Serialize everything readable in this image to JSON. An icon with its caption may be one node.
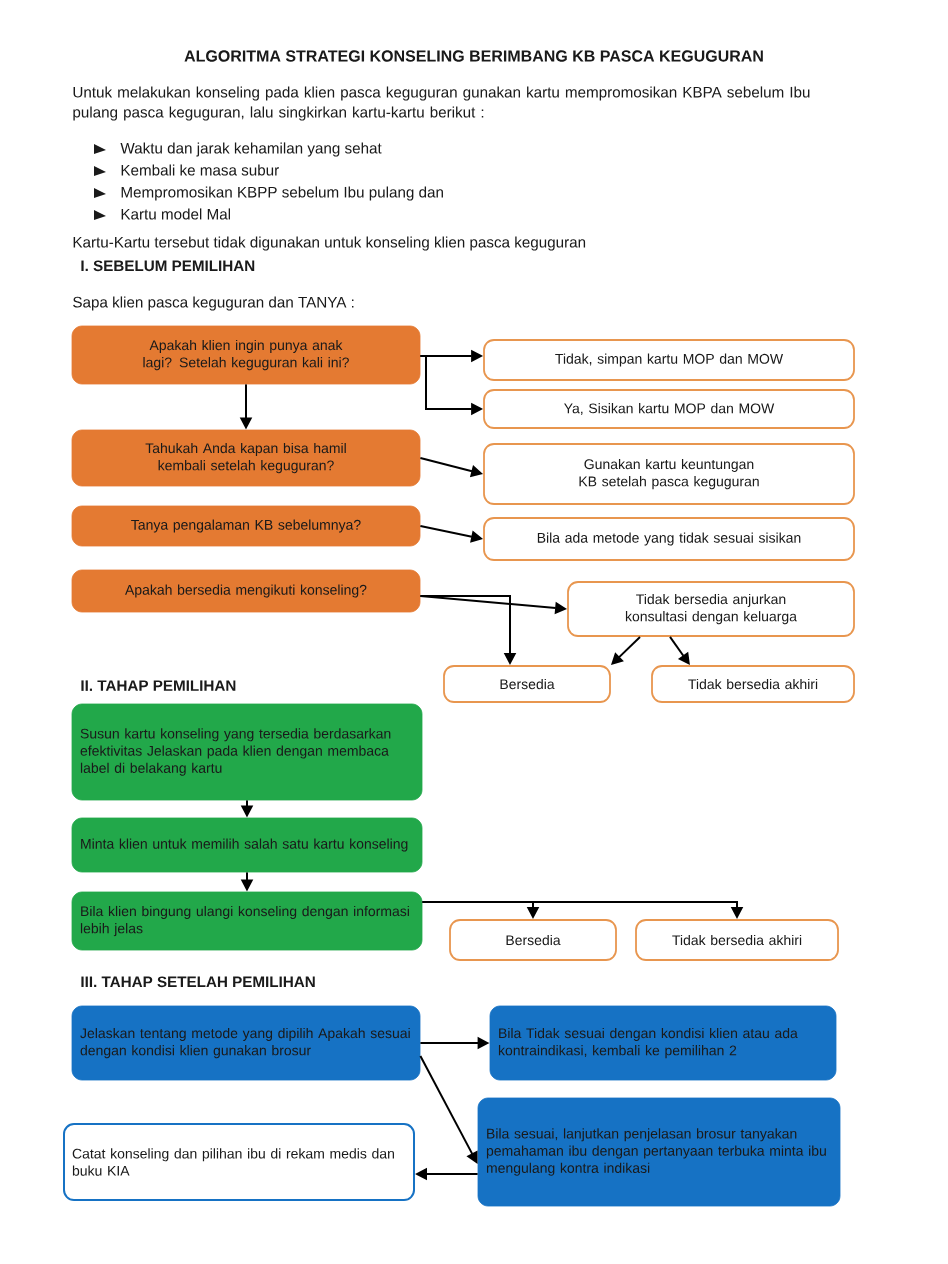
{
  "diagram": {
    "title": "ALGORITMA STRATEGI KONSELING BERIMBANG KB PASCA KEGUGURAN",
    "nodes": [
      {
        "text": [
          "Apakah klien ingin punya anak lagi? Setelah keguguran kali ini?"
        ]
      },
      {
        "text": [
          "Tidak, simpan kartu MOP dan MOW"
        ]
      },
      {
        "text": [
          "Ya, Sisikan kartu MOP dan MOW"
        ]
      },
      {
        "text": [
          "Tahukah Anda kapan bisa hamil kembali setelah keguguran?"
        ]
      },
      {
        "text": [
          "Gunakan kartu keuntungan KB setelah pasca keguguran"
        ]
      },
      {
        "text": [
          "Tanya pengalaman KB sebelumnya?"
        ]
      },
      {
        "text": [
          "Bila ada metode yang tidak sesuai sisikan"
        ]
      },
      {
        "text": [
          "Apakah bersedia mengikuti konseling?"
        ]
      },
      {
        "text": [
          "Tidak bersedia anjurkan konsultasi dengan keluarga"
        ]
      },
      {
        "text": [
          "Bersedia"
        ]
      },
      {
        "text": [
          "Tidak bersedia akhiri"
        ]
      },
      {
        "text": [
          "Susun kartu konseling yang tersedia berdasarkan efektivitas Jelaskan pada klien dengan membaca label di belakang kartu"
        ]
      },
      {
        "text": [
          "Minta klien untuk memilih salah satu kartu konseling"
        ]
      },
      {
        "text": [
          "Bila klien bingung ulangi konseling dengan informasi lebih jelas"
        ]
      },
      {
        "text": [
          "Bersedia"
        ]
      },
      {
        "text": [
          "Tidak bersedia akhiri"
        ]
      },
      {
        "text": [
          "Jelaskan tentang metode yang dipilih Apakah sesuai dengan kondisi klien gunakan brosur"
        ]
      },
      {
        "text": [
          "Bila Tidak sesuai dengan kondisi klien atau ada kontraindikasi, kembali ke pemilihan 2"
        ]
      },
      {
        "text": [
          "Bila sesuai, lanjutkan penjelasan brosur tanyakan pemahaman ibu dengan pertanyaan terbuka minta ibu mengulang kontra indikasi"
        ]
      },
      {
        "text": [
          "Catat konseling dan pilihan ibu di rekam medis dan buku KIA"
        ]
      }
    ],
    "edges": [
      {
        "from": 0,
        "to": 1,
        "arrow": "to"
      },
      {
        "from": 0,
        "to": 2,
        "arrow": "to"
      },
      {
        "from": 0,
        "to": 3,
        "arrow": "to"
      },
      {
        "from": 3,
        "to": 4,
        "arrow": "to"
      },
      {
        "from": 5,
        "to": 6,
        "arrow": "to"
      },
      {
        "from": 7,
        "to": 8,
        "arrow": "to"
      },
      {
        "from": 7,
        "to": 9,
        "arrow": "to"
      },
      {
        "from": 8,
        "to": 9,
        "arrow": "to"
      },
      {
        "from": 8,
        "to": 10,
        "arrow": "to"
      },
      {
        "from": 11,
        "to": 12,
        "arrow": "to"
      },
      {
        "from": 12,
        "to": 13,
        "arrow": "to"
      },
      {
        "from": 13,
        "to": 14,
        "arrow": "to"
      },
      {
        "from": 13,
        "to": 15,
        "arrow": "to"
      },
      {
        "from": 16,
        "to": 17,
        "arrow": "to"
      },
      {
        "from": 16,
        "to": 18,
        "arrow": "to"
      },
      {
        "from": 18,
        "to": 19,
        "arrow": "to"
      }
    ],
    "labels": [
      "Untuk melakukan konseling pada klien pasca keguguran gunakan kartu mempromosikan KBPA sebelum Ibu pulang pasca keguguran, lalu singkirkan kartu-kartu berikut :",
      "Waktu dan jarak kehamilan yang sehat",
      "Kembali ke masa subur",
      "Mempromosikan KBPP sebelum Ibu pulang dan",
      "Kartu model Mal",
      "Kartu-Kartu tersebut tidak digunakan untuk konseling klien pasca keguguran",
      "I.  SEBELUM PEMILIHAN",
      "Sapa klien pasca keguguran dan TANYA :",
      "II.  TAHAP PEMILIHAN",
      "III.  TAHAP SETELAH PEMILIHAN"
    ]
  }
}
